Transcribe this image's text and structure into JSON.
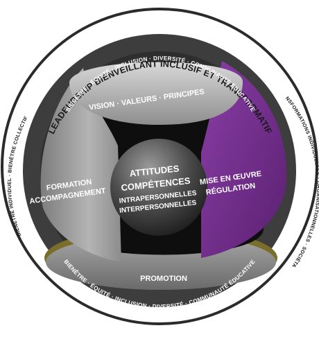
{
  "outer_ring": {
    "title": "LEADEURSHIP BIENVEILLANT INCLUSIF ET TRANSFORMATIF",
    "left": "BIENÊTRE INDIVIDUEL · BIENÊTRE COLLECTIF",
    "right": "TRANSFORMATIONS INDIVIDUELLES · ORGANISATIONNELLES · SOCIÉTALES"
  },
  "inner_band": {
    "top": "BIENÊTRE · ÉQUITÉ · INCLUSION · DIVERSITÉ · COMMUNAUTÉ ÉDUCATIVE",
    "bottom": "BIENÊTRE · ÉQUITÉ · INCLUSION · DIVERSITÉ · COMMUNAUTÉ ÉDUCATIVE"
  },
  "segments": {
    "top": "VISION · VALEURS · PRINCIPES",
    "left_line1": "FORMATION",
    "left_line2": "ACCOMPAGNEMENT",
    "right_line1": "MISE EN ŒUVRE",
    "right_line2": "RÉGULATION",
    "bottom": "PROMOTION"
  },
  "center": {
    "line1": "ATTITUDES",
    "line2": "COMPÉTENCES",
    "line3": "INTRAPERSONNELLES",
    "line4": "INTERPERSONNELLES"
  },
  "colors": {
    "dark_ring": "#3a3a3a",
    "band": "#4a4a4a",
    "grey_segment": "#9a9a9a",
    "light_segment": "#c8c8c8",
    "purple_segment": "#6e2c86",
    "center_sphere": "#555555",
    "gold_rim": "#8a7a2a"
  }
}
